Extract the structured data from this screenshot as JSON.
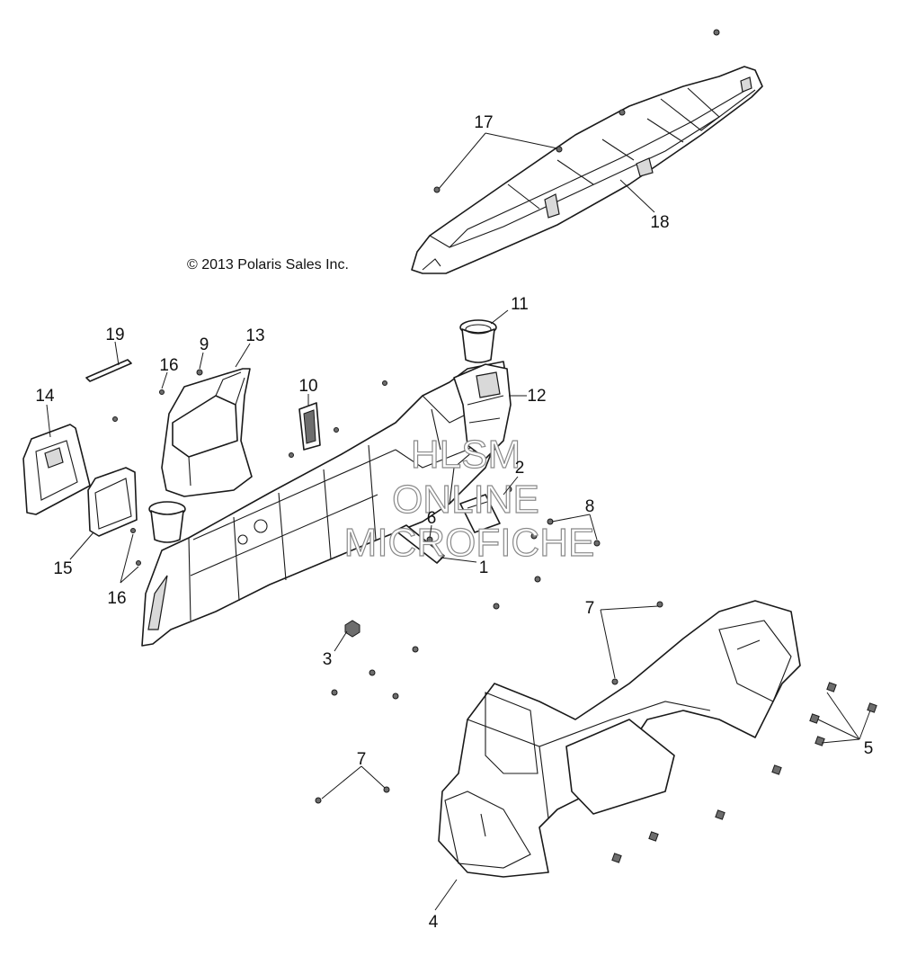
{
  "copyright": "© 2013 Polaris Sales Inc.",
  "watermark": {
    "line1": "HLSM",
    "line2": "ONLINE",
    "line3": "MICROFICHE"
  },
  "callouts": [
    "17",
    "18",
    "11",
    "19",
    "9",
    "13",
    "16",
    "14",
    "10",
    "12",
    "2",
    "6",
    "8",
    "1",
    "15",
    "16",
    "7",
    "3",
    "7",
    "5",
    "4"
  ]
}
